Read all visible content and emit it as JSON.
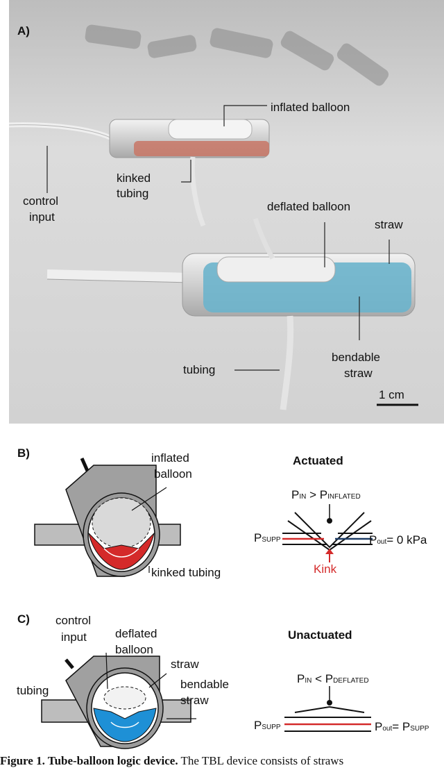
{
  "panel_a": {
    "label": "A)",
    "labels": {
      "inflated_balloon": "inflated balloon",
      "kinked": "kinked",
      "tubing_top": "tubing",
      "control": "control",
      "input": "input",
      "deflated_balloon": "deflated balloon",
      "straw": "straw",
      "bendable": "bendable",
      "straw2": "straw",
      "tubing": "tubing",
      "scale": "1 cm"
    },
    "colors": {
      "inflated_fill": "#c87a6a",
      "deflated_fill": "#6cb4cc"
    }
  },
  "panel_b": {
    "label": "B)",
    "inflated": "inflated",
    "balloon": "balloon",
    "kinked_tubing": "kinked tubing",
    "title": "Actuated",
    "p_in": "P",
    "p_in_sub": "IN",
    "gt": " > P",
    "p_inflated_sub": "INFLATED",
    "p_supp": "P",
    "p_supp_sub": "SUPP",
    "p_out": "P",
    "p_out_sub": "out",
    "p_out_val": "= 0 kPa",
    "kink": "Kink",
    "colors": {
      "supply": "#d42a2a",
      "out": "#1f3d66",
      "kink": "#d42a2a"
    }
  },
  "panel_c": {
    "label": "C)",
    "control": "control",
    "input": "input",
    "deflated": "deflated",
    "balloon": "balloon",
    "straw": "straw",
    "bendable": "bendable",
    "straw2": "straw",
    "tubing": "tubing",
    "title": "Unactuated",
    "p_in": "P",
    "p_in_sub": "IN",
    "lt": " < P",
    "p_deflated_sub": "DEFLATED",
    "p_supp": "P",
    "p_supp_sub": "SUPP",
    "p_out": "P",
    "p_out_sub": "out",
    "eq": "= P",
    "p_out_eq_sub": "SUPP",
    "colors": {
      "supply": "#d42a2a",
      "fill": "#1e90d6"
    }
  },
  "caption": {
    "bold": "Figure 1. Tube-balloon logic device.",
    "text": " The TBL device consists of straws"
  }
}
